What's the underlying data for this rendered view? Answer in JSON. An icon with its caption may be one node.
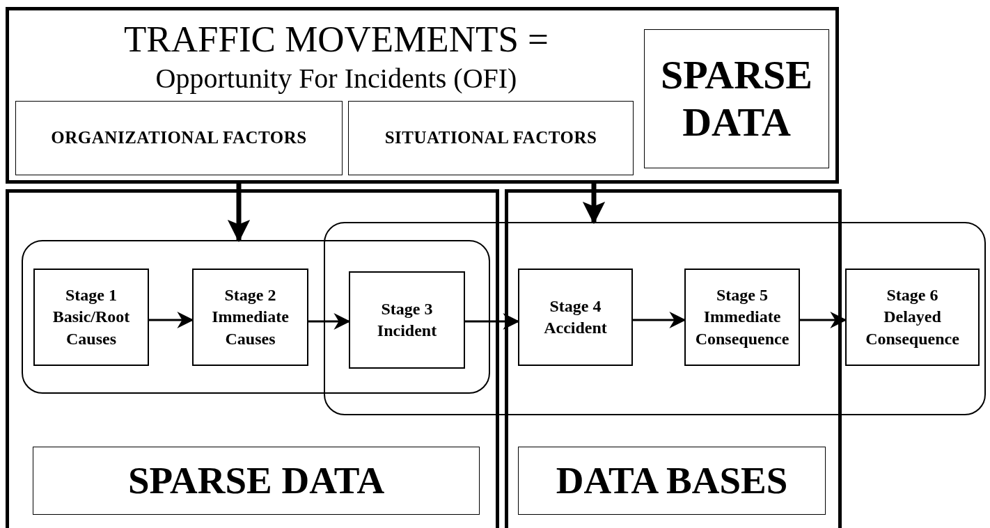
{
  "diagram": {
    "nodes": [
      {
        "text": [
          "TRAFFIC MOVEMENTS =",
          "Opportunity For Incidents (OFI)"
        ]
      },
      {
        "text": [
          "ORGANIZATIONAL FACTORS"
        ],
        "in": 0
      },
      {
        "text": [
          "SITUATIONAL FACTORS"
        ],
        "in": 0
      },
      {
        "text": [
          "SPARSE DATA"
        ],
        "in": 0
      },
      {
        "text": [],
        "shape": "box"
      },
      {
        "text": [],
        "shape": "box"
      },
      {
        "text": [],
        "shape": "box",
        "in": 4
      },
      {
        "text": [],
        "shape": "box"
      },
      {
        "text": [
          "Stage 1 Basic/Root Causes"
        ],
        "in": 6
      },
      {
        "text": [
          "Stage 2 Immediate Causes"
        ],
        "in": 6
      },
      {
        "text": [
          "Stage 3 Incident"
        ]
      },
      {
        "text": [
          "Stage 4 Accident"
        ]
      },
      {
        "text": [
          "Stage 5 Immediate Consequence"
        ]
      },
      {
        "text": [
          "Stage 6 Delayed Consequence"
        ],
        "in": 7
      },
      {
        "text": [
          "SPARSE DATA"
        ],
        "in": 4
      },
      {
        "text": [
          "DATA BASES"
        ],
        "in": 5
      }
    ],
    "edges": [
      {
        "from": 0,
        "to": 6,
        "arrow": "to",
        "style": "thick"
      },
      {
        "from": 0,
        "to": 7,
        "arrow": "to",
        "style": "thick"
      },
      {
        "from": 8,
        "to": 9,
        "arrow": "to"
      },
      {
        "from": 9,
        "to": 10,
        "arrow": "to"
      },
      {
        "from": 10,
        "to": 11,
        "arrow": "to"
      },
      {
        "from": 11,
        "to": 12,
        "arrow": "to"
      },
      {
        "from": 12,
        "to": 13,
        "arrow": "to"
      }
    ]
  }
}
